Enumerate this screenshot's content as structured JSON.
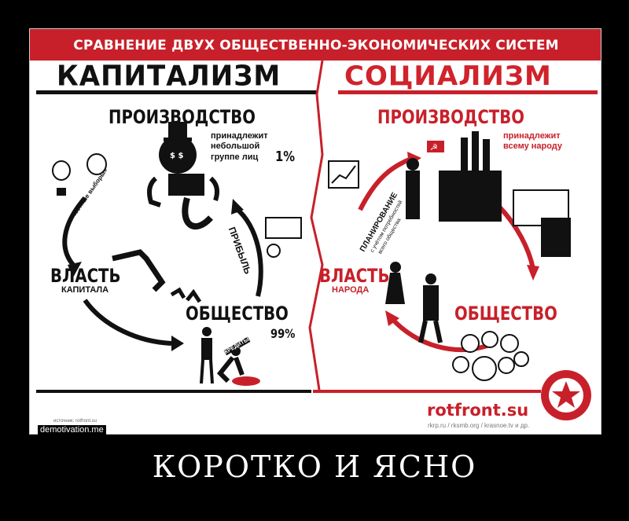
{
  "header": {
    "banner": "СРАВНЕНИЕ ДВУХ ОБЩЕСТВЕННО-ЭКОНОМИЧЕСКИХ СИСТЕМ",
    "left_title": "КАПИТАЛИЗМ",
    "right_title": "СОЦИАЛИЗМ"
  },
  "capitalism": {
    "production": "ПРОИЗВОДСТВО",
    "owner_note_1": "принадлежит",
    "owner_note_2": "небольшой",
    "owner_note_3": "группе лиц",
    "owner_pct": "1%",
    "elections": "«Честные выборы»",
    "power": "ВЛАСТЬ",
    "power_sub": "КАПИТАЛА",
    "profit": "ПРИБЫЛЬ",
    "society": "ОБЩЕСТВО",
    "society_pct": "99%",
    "credits": "КРЕДИТЫ"
  },
  "socialism": {
    "production": "ПРОИЗВОДСТВО",
    "owner_note_1": "принадлежит",
    "owner_note_2": "всему народу",
    "planning_1": "ПЛАНИРОВАНИЕ",
    "planning_2": "с учётом потребностей",
    "planning_3": "всего общества",
    "power": "ВЛАСТЬ",
    "power_sub": "НАРОДА",
    "society": "ОБЩЕСТВО"
  },
  "footer": {
    "site": "rotfront.su",
    "links": "rkrp.ru / rksmb.org / krasnoe.tv и др.",
    "sources": "источник: rotfront.su"
  },
  "watermark": "demotivation.me",
  "caption": "КОРОТКО И ЯСНО",
  "colors": {
    "red": "#c8202a",
    "black": "#111111",
    "background": "#000000"
  }
}
